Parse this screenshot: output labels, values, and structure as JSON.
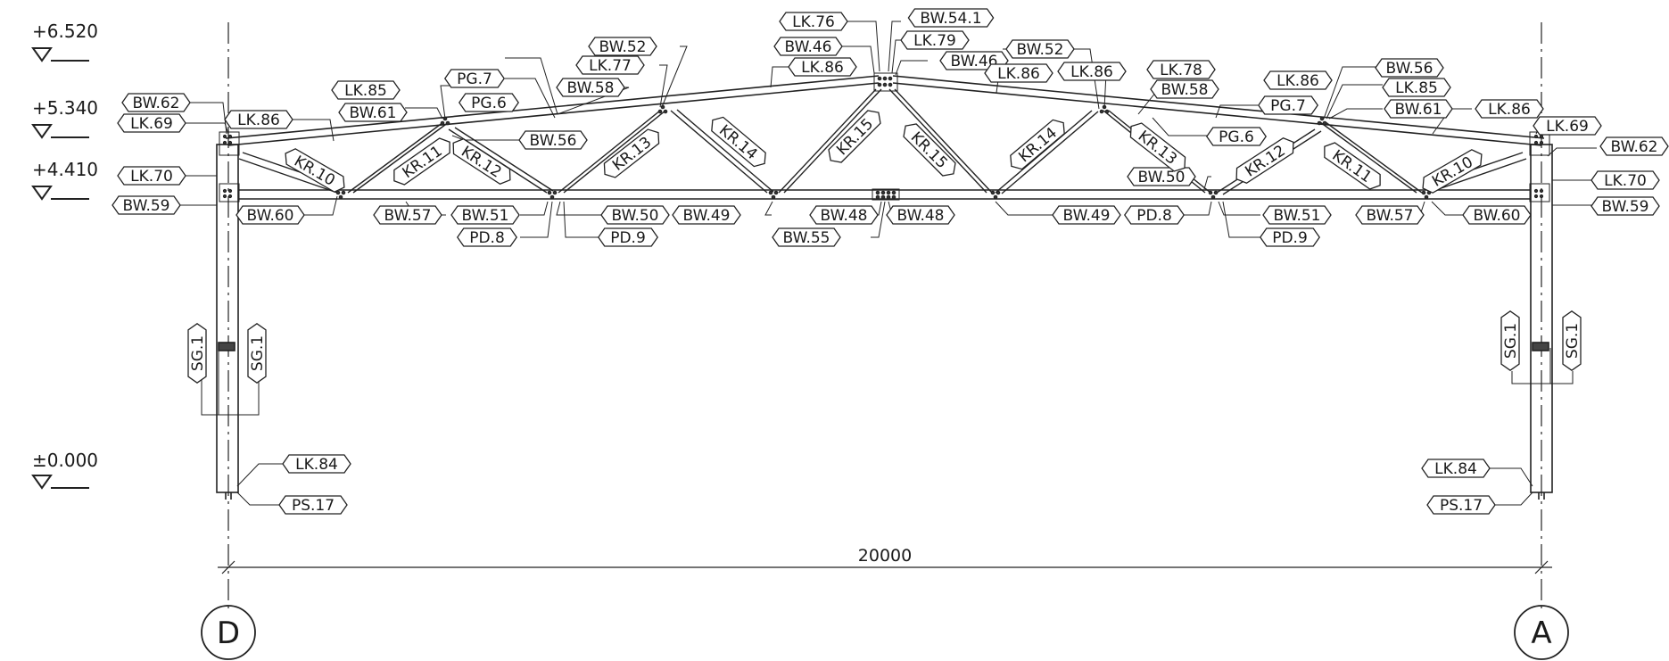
{
  "levels": [
    "+6.520",
    "+5.340",
    "+4.410",
    "±0.000"
  ],
  "dimension": "20000",
  "axes": {
    "left": "D",
    "right": "A"
  },
  "member_tags": [
    "LK.76",
    "BW.54.1",
    "BW.46",
    "LK.79",
    "BW.46",
    "LK.86",
    "LK.86",
    "BW.52",
    "LK.77",
    "PG.7",
    "PG.6",
    "BW.58",
    "LK.85",
    "BW.61",
    "BW.62",
    "LK.69",
    "LK.86",
    "BW.56",
    "BW.52",
    "LK.86",
    "LK.78",
    "BW.58",
    "LK.86",
    "PG.7",
    "PG.6",
    "BW.56",
    "LK.85",
    "BW.61",
    "LK.86",
    "LK.69",
    "BW.62",
    "LK.70",
    "BW.59",
    "BW.60",
    "BW.57",
    "BW.51",
    "PD.8",
    "BW.50",
    "PD.9",
    "BW.49",
    "BW.48",
    "BW.55",
    "BW.48",
    "BW.49",
    "PD.8",
    "BW.50",
    "BW.51",
    "PD.9",
    "BW.57",
    "BW.60",
    "LK.70",
    "BW.59",
    "SG.1",
    "SG.1",
    "SG.1",
    "SG.1",
    "LK.84",
    "PS.17",
    "LK.84",
    "PS.17"
  ],
  "diagonal_tags": [
    "KR.10",
    "KR.11",
    "KR.12",
    "KR.13",
    "KR.14",
    "KR.15",
    "KR.15",
    "KR.14",
    "KR.13",
    "KR.12",
    "KR.11",
    "KR.10"
  ]
}
